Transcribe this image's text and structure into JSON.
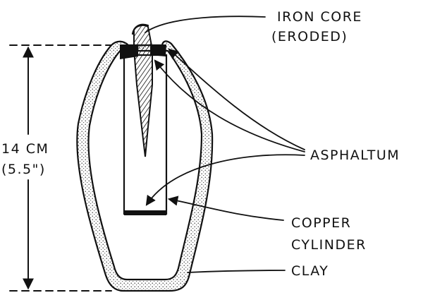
{
  "labels": {
    "iron_core_line1": "IRON CORE",
    "iron_core_line2": "(ERODED)",
    "asphaltum": "ASPHALTUM",
    "copper_line1": "COPPER",
    "copper_line2": "CYLINDER",
    "clay": "CLAY",
    "height_line1": "14 CM",
    "height_line2": "(5.5\")"
  },
  "colors": {
    "ink": "#111111",
    "paper": "#ffffff"
  }
}
